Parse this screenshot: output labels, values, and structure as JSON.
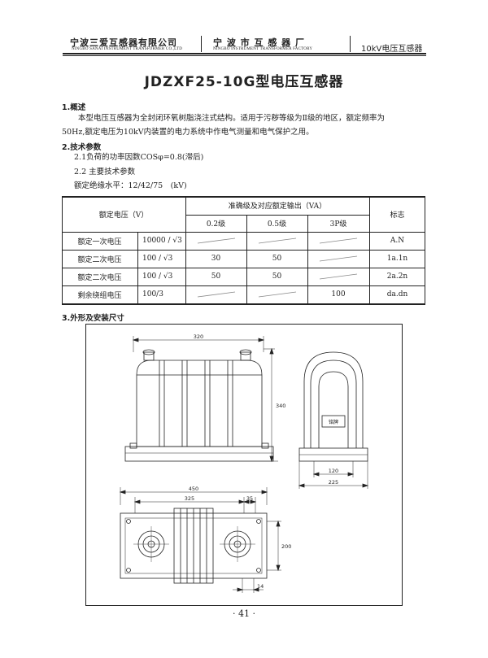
{
  "header": {
    "company_cn": "宁波三爱互感器有限公司",
    "company_en": "NINGBO SANAI INSTRUMENT TRANSFORMER CO.,LTD",
    "factory_cn": "宁 波 市 互 感 器 厂",
    "factory_en": "NINGBO INSTRUMENT TRANSFORMER FACTORY",
    "category": "10kV电压互感器"
  },
  "title": "JDZXF25-10G型电压互感器",
  "section1": {
    "heading": "1.概述",
    "line1": "本型电压互感器为全封闭环氧树脂浇注式结构。适用于污秽等级为Ⅱ级的地区，额定频率为",
    "line2": "50Hz,额定电压为10kV内装置的电力系统中作电气测量和电气保护之用。"
  },
  "section2": {
    "heading": "2.技术参数",
    "p1": "2.1负荷的功率因数COSφ=0.8(滞后)",
    "p2": "2.2 主要技术参数",
    "p3": "额定绝缘水平：12/42/75　(kV)"
  },
  "table": {
    "h_voltage": "额定电压（V）",
    "h_accuracy": "准确级及对应额定输出（VA）",
    "h_mark": "标志",
    "h_c02": "0.2级",
    "h_c05": "0.5级",
    "h_c3p": "3P级",
    "rows": [
      {
        "name": "额定一次电压",
        "volt": "10000 / √3",
        "c02": "",
        "c05": "",
        "c3p": "",
        "mark": "A.N"
      },
      {
        "name": "额定二次电压",
        "volt": "100 / √3",
        "c02": "30",
        "c05": "50",
        "c3p": "",
        "mark": "1a.1n"
      },
      {
        "name": "额定二次电压",
        "volt": "100 / √3",
        "c02": "50",
        "c05": "50",
        "c3p": "",
        "mark": "2a.2n"
      },
      {
        "name": "剩余绕组电压",
        "volt": "100/3",
        "c02": "",
        "c05": "",
        "c3p": "100",
        "mark": "da.dn"
      }
    ]
  },
  "section3": {
    "heading": "3.外形及安装尺寸"
  },
  "drawing": {
    "dim_front_width": "320",
    "dim_front_height": "340",
    "dim_side_inner": "120",
    "dim_side_outer": "225",
    "dim_top_total": "450",
    "dim_top_span": "325",
    "dim_top_right": "35",
    "dim_top_depth": "200",
    "dim_top_hole": "14",
    "nameplate": "铭牌"
  },
  "page_number": "· 41 ·"
}
